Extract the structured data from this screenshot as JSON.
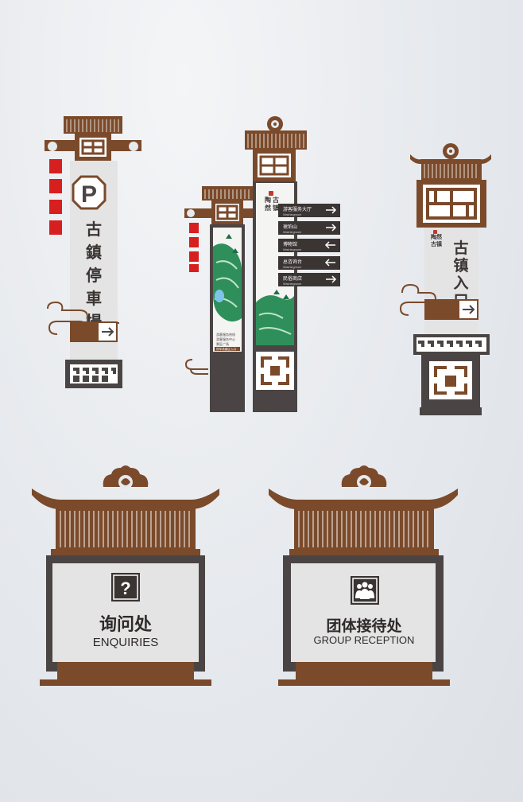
{
  "colors": {
    "brown": "#7a4a2b",
    "dark_brown": "#5c3a22",
    "charcoal": "#4a4544",
    "panel": "#e4e4e4",
    "red": "#d71f1f",
    "green": "#2f8f5a",
    "white": "#ffffff"
  },
  "parking_sign": {
    "symbol": "P",
    "title_chars": [
      "古",
      "鎮",
      "停",
      "車",
      "場"
    ]
  },
  "map_sign": {
    "left_notes": [
      "游客服务热线",
      "游客服务中心",
      "景区广场",
      "停车场景区入口"
    ],
    "brand_chars": [
      "陶",
      "然",
      "古",
      "镇"
    ],
    "directions": [
      {
        "zh": "游客服务大厅",
        "en": "Washingroom",
        "dir": "right"
      },
      {
        "zh": "琥珀山",
        "en": "Washingroom",
        "dir": "right"
      },
      {
        "zh": "博物馆",
        "en": "Washingroom",
        "dir": "left"
      },
      {
        "zh": "总咨询台",
        "en": "Washingroom",
        "dir": "left"
      },
      {
        "zh": "民俗商店",
        "en": "Washingroom",
        "dir": "right"
      }
    ]
  },
  "entrance_sign": {
    "brand_chars": [
      "陶",
      "然",
      "古",
      "镇"
    ],
    "title_chars": [
      "古",
      "镇",
      "入",
      "口"
    ]
  },
  "enquiries_sign": {
    "zh": "询问处",
    "en": "ENQUIRIES",
    "icon": "question-mark-icon",
    "glyph": "?"
  },
  "group_sign": {
    "zh": "团体接待处",
    "en": "GROUP RECEPTION",
    "icon": "group-people-icon"
  }
}
